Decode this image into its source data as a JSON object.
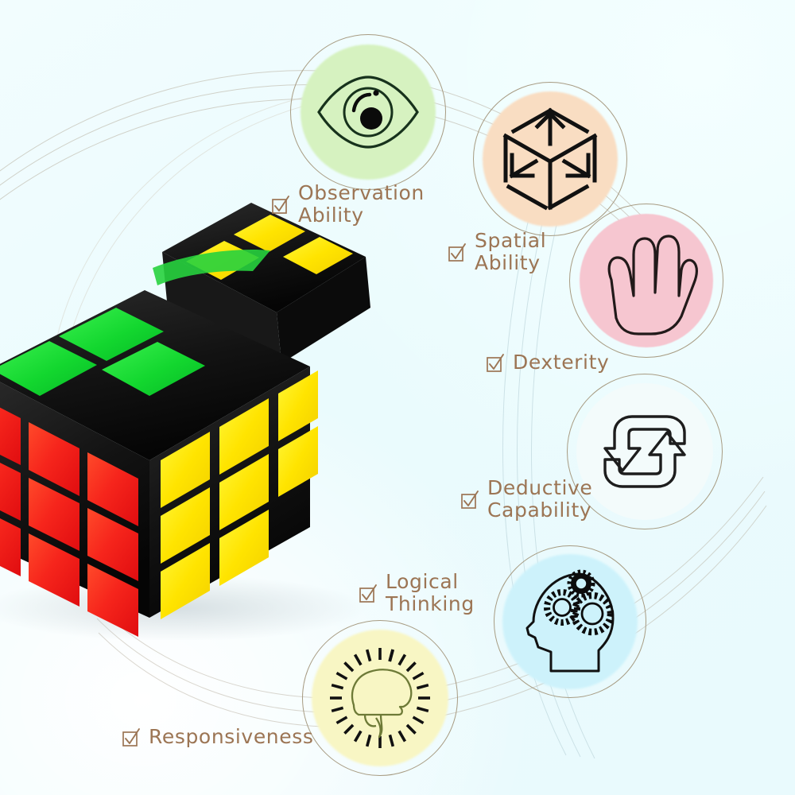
{
  "background": {
    "base_color": "#effdfd",
    "accent_color": "#9c7554",
    "swoosh_color": "#b9b0a0"
  },
  "product": {
    "name": "rubiks-cube",
    "type": "3x3 speed cube",
    "face_colors": {
      "front": "#f6251c",
      "right": "#ffe400",
      "top": "#18d93a",
      "body": "#151515"
    }
  },
  "skills": [
    {
      "id": "observation",
      "label": "Observation\nAbility",
      "checkbox": "checked",
      "icon": "eye-icon",
      "circle_color": "#d6f2c0",
      "ring_color": "#a79b82"
    },
    {
      "id": "spatial",
      "label": "Spatial\nAbility",
      "checkbox": "checked",
      "icon": "cube-3d-icon",
      "circle_color": "#f9ddc2",
      "ring_color": "#a79b82"
    },
    {
      "id": "dexterity",
      "label": "Dexterity",
      "checkbox": "checked",
      "icon": "hand-icon",
      "circle_color": "#f6c6d0",
      "ring_color": "#a79b82"
    },
    {
      "id": "deductive",
      "label": "Deductive\nCapability",
      "checkbox": "checked",
      "icon": "recycle-arrows-icon",
      "circle_color": "#f3fbfb",
      "ring_color": "#a79b82"
    },
    {
      "id": "logical",
      "label": "Logical\nThinking",
      "checkbox": "checked",
      "icon": "head-gears-icon",
      "circle_color": "#cdf2fb",
      "ring_color": "#a79b82"
    },
    {
      "id": "responsiveness",
      "label": "Responsiveness",
      "checkbox": "checked",
      "icon": "brain-rays-icon",
      "circle_color": "#f8f6c4",
      "ring_color": "#a79b82"
    }
  ]
}
